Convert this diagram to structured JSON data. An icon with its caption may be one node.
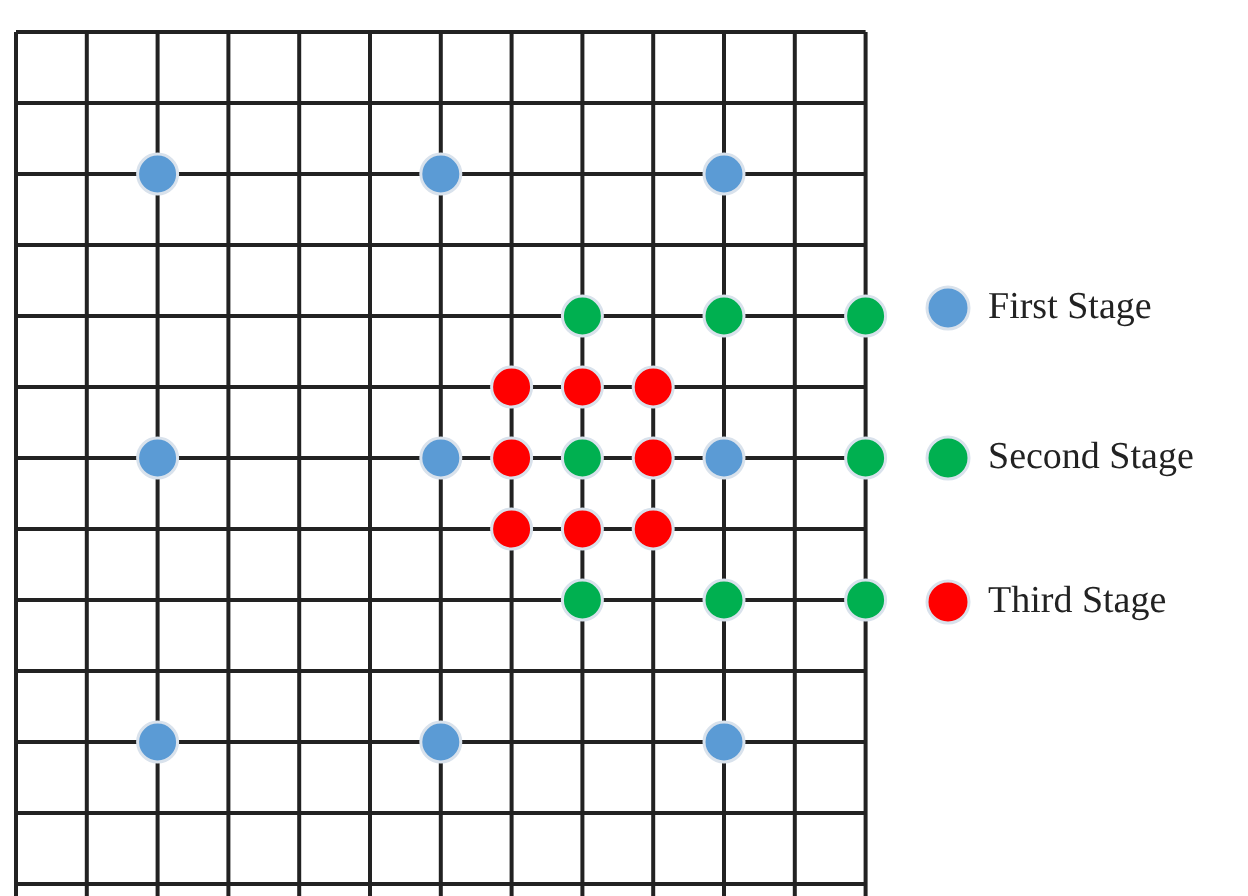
{
  "diagram": {
    "legend": [
      {
        "text": "First Stage",
        "color": "#5b9bd5"
      },
      {
        "text": "Second Stage",
        "color": "#00b050"
      },
      {
        "text": "Third Stage",
        "color": "#ff0000"
      }
    ]
  }
}
